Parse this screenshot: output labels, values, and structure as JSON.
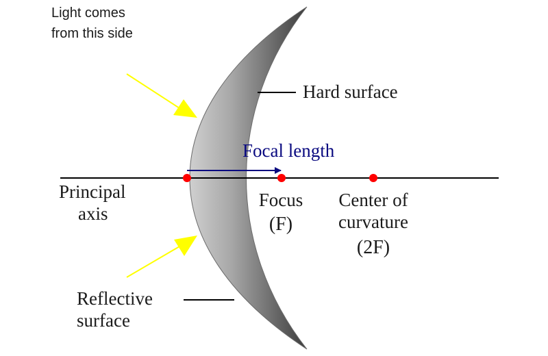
{
  "diagram": {
    "light_label": [
      "Light comes",
      "from this side"
    ],
    "hard_surface_label": "Hard surface",
    "focal_length_label": "Focal length",
    "principal_axis_label": [
      "Principal",
      "axis"
    ],
    "focus_label": "Focus",
    "focus_symbol": "(F)",
    "center_label": [
      "Center of",
      "curvature"
    ],
    "center_symbol": "(2F)",
    "reflective_label": [
      "Reflective",
      "surface"
    ]
  },
  "colors": {
    "arrow_yellow": "#ffff00",
    "point_red": "#ff0000",
    "focal_arrow_blue": "#0a0a80",
    "mirror_light": "#c9c9c9",
    "mirror_dark": "#4a4a4a",
    "axis_black": "#000000"
  }
}
